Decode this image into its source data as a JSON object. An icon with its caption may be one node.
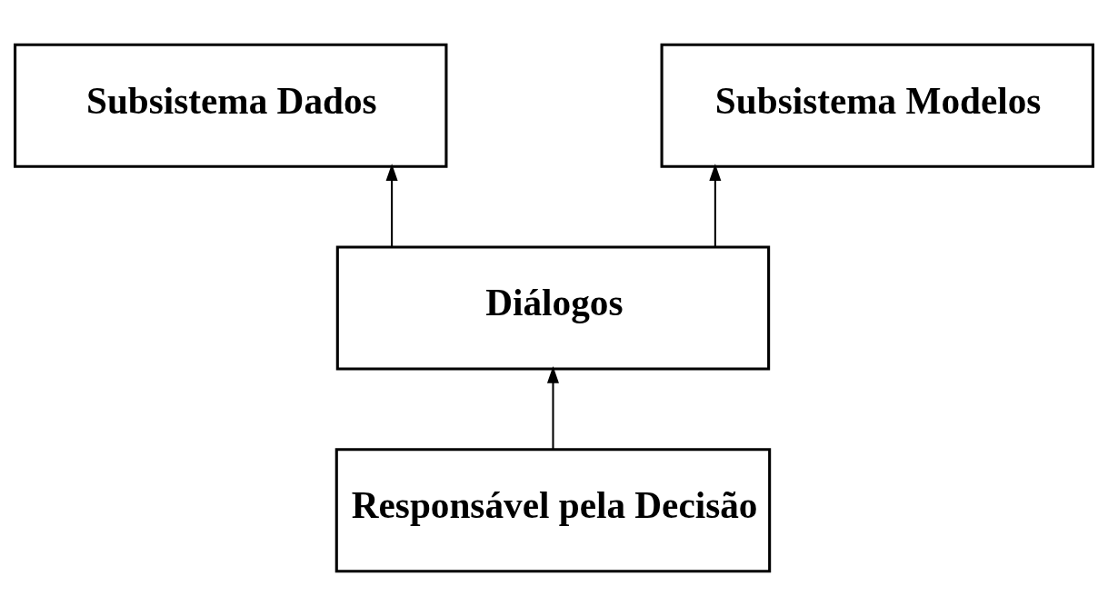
{
  "diagram": {
    "nodes": [
      {
        "text": [
          "Subsistema Dados"
        ]
      },
      {
        "text": [
          "Subsistema Modelos"
        ]
      },
      {
        "text": [
          "Diálogos"
        ]
      },
      {
        "text": [
          "Responsável pela Decisão"
        ]
      }
    ],
    "edges": [
      {
        "from": 2,
        "to": 0,
        "arrow": "to"
      },
      {
        "from": 2,
        "to": 1,
        "arrow": "to"
      },
      {
        "from": 3,
        "to": 2,
        "arrow": "to"
      }
    ]
  }
}
